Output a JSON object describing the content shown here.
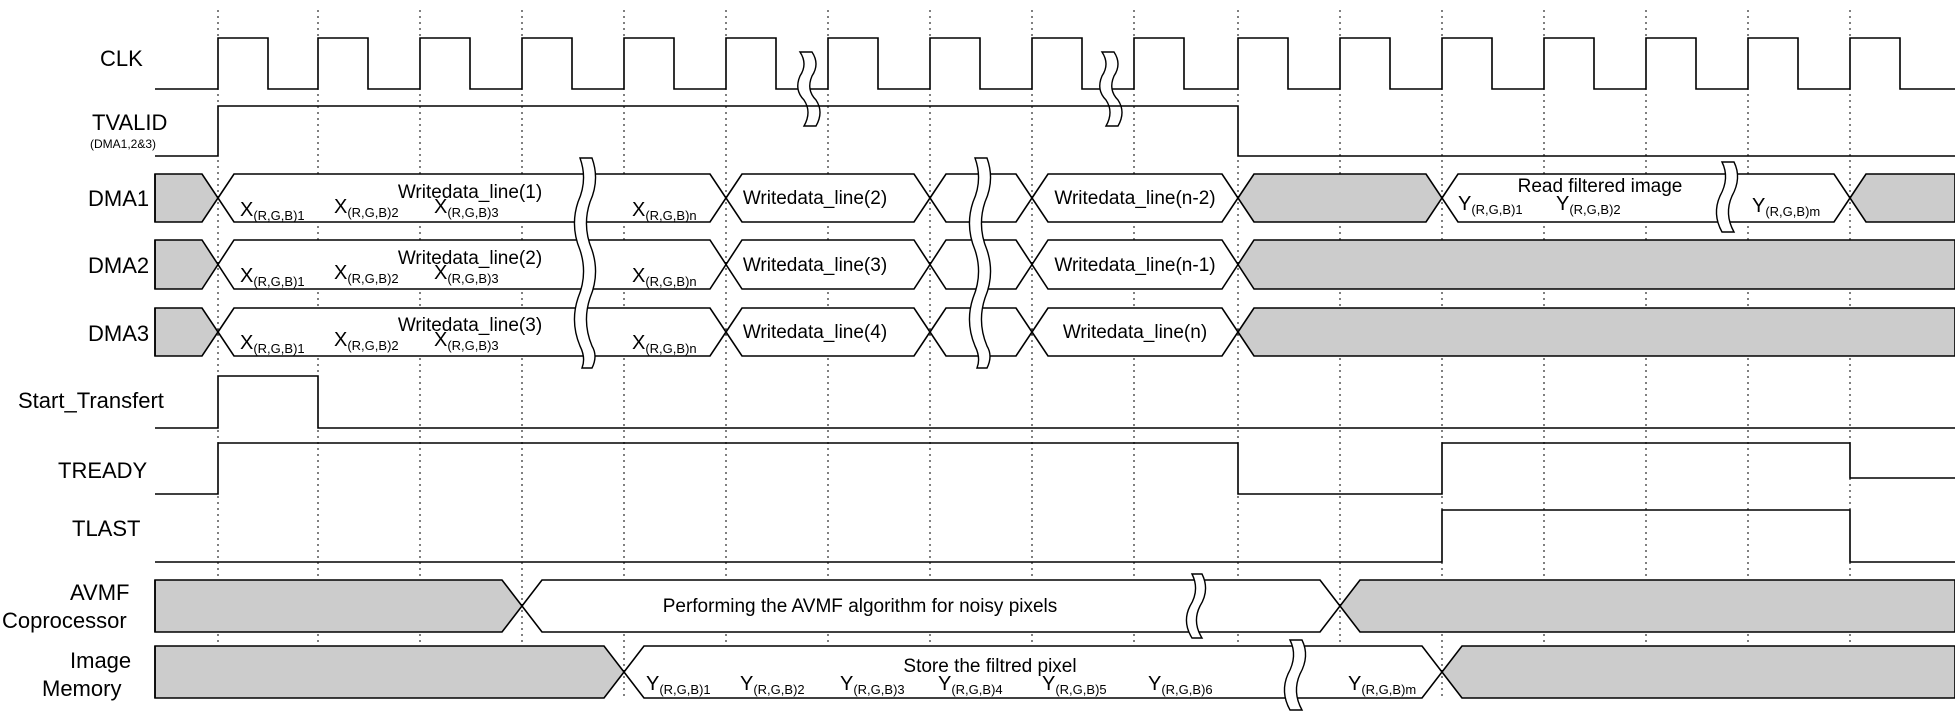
{
  "colors": {
    "line": "#000000",
    "shade": "#cccccc",
    "background": "#ffffff"
  },
  "signals": {
    "clk": "CLK",
    "tvalid": "TVALID",
    "tvalid_sub": "(DMA1,2&3)",
    "dma1": "DMA1",
    "dma2": "DMA2",
    "dma3": "DMA3",
    "start": "Start_Transfert",
    "tready": "TREADY",
    "tlast": "TLAST",
    "avmf_1": "AVMF",
    "avmf_2": "Coprocessor",
    "mem_1": "Image",
    "mem_2": "Memory"
  },
  "dma1": {
    "head": "Writedata_line(1)",
    "seg2": "Writedata_line(2)",
    "seg3": "Writedata_line(n-2)",
    "read": "Read filtered image"
  },
  "dma2": {
    "head": "Writedata_line(2)",
    "seg2": "Writedata_line(3)",
    "seg3": "Writedata_line(n-1)"
  },
  "dma3": {
    "head": "Writedata_line(3)",
    "seg2": "Writedata_line(4)",
    "seg3": "Writedata_line(n)"
  },
  "x_labels": {
    "x": "X",
    "y": "Y",
    "s1": "(R,G,B)1",
    "s2": "(R,G,B)2",
    "s3": "(R,G,B)3",
    "s4": "(R,G,B)4",
    "s5": "(R,G,B)5",
    "s6": "(R,G,B)6",
    "sn": "(R,G,B)n",
    "sm": "(R,G,B)m"
  },
  "avmf": {
    "text": "Performing the AVMF algorithm for noisy pixels"
  },
  "memory": {
    "text": "Store the filtred pixel"
  }
}
